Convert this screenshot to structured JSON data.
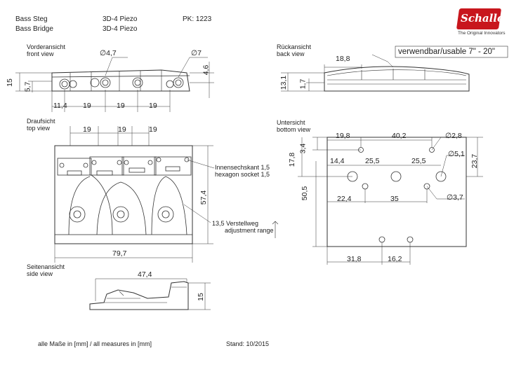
{
  "header": {
    "name_de": "Bass Steg",
    "name_en": "Bass Bridge",
    "model_1": "3D-4 Piezo",
    "model_2": "3D-4 Piezo",
    "pk": "PK: 1223"
  },
  "logo": {
    "brand": "Schaller",
    "tagline": "The Original Innovators",
    "color": "#c8161d"
  },
  "views": {
    "front_de": "Vorderansicht",
    "front_en": "front view",
    "back_de": "Rückansicht",
    "back_en": "back view",
    "top_de": "Draufsicht",
    "top_en": "top view",
    "bottom_de": "Untersicht",
    "bottom_en": "bottom view",
    "side_de": "Seitenansicht",
    "side_en": "side view"
  },
  "front_dims": {
    "d1": "∅4,7",
    "d2": "∅7",
    "h1": "4,6",
    "h2": "15",
    "h3": "5,7",
    "s0": "11,4",
    "s1": "19",
    "s2": "19",
    "s3": "19"
  },
  "back_dims": {
    "w": "18,8",
    "usable": "verwendbar/usable 7\" - 20\"",
    "h1": "13,1",
    "h2": "1,7"
  },
  "top_dims": {
    "s1": "19",
    "s2": "19",
    "s3": "19",
    "width": "79,7",
    "depth": "57,4",
    "note1_de": "Innensechskant 1,5",
    "note1_en": "hexagon socket 1,5",
    "note2_de": "13,5 Verstellweg",
    "note2_en": "adjustment range"
  },
  "bottom_dims": {
    "a": "19,8",
    "b": "40,2",
    "c": "∅2,8",
    "d": "3,4",
    "e": "17,8",
    "f": "14,4",
    "g": "25,5",
    "h": "25,5",
    "i": "∅5,1",
    "j": "23,7",
    "k": "50,5",
    "l": "22,4",
    "m": "35",
    "n": "∅3,7",
    "o": "31,8",
    "p": "16,2"
  },
  "side_dims": {
    "w": "47,4",
    "h": "15"
  },
  "footer": {
    "measures": "alle Maße in [mm] / all measures in [mm]",
    "date": "Stand: 10/2015"
  }
}
